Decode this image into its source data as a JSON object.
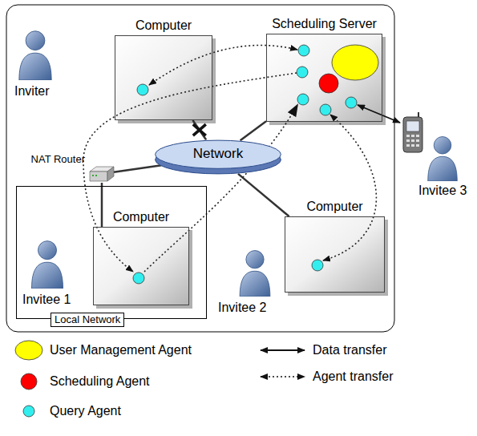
{
  "diagram": {
    "nodes": [
      {
        "text": [
          "Computer"
        ]
      },
      {
        "text": [
          "Scheduling Server"
        ]
      },
      {
        "text": [
          "Network"
        ]
      },
      {
        "text": [
          "NAT Router"
        ]
      },
      {
        "text": [
          "Local Network"
        ]
      },
      {
        "text": [
          "Computer"
        ],
        "in": 4
      },
      {
        "text": [
          "Computer"
        ]
      }
    ],
    "edges": [
      {
        "from": 0,
        "to": 2,
        "arrow": "none"
      },
      {
        "from": 1,
        "to": 2,
        "arrow": "none"
      },
      {
        "from": 3,
        "to": 2,
        "arrow": "none"
      },
      {
        "from": 3,
        "to": 5,
        "arrow": "none"
      },
      {
        "from": 6,
        "to": 2,
        "arrow": "none"
      }
    ],
    "labels": [
      "Inviter",
      "Invitee 1",
      "Invitee 2",
      "Invitee 3"
    ],
    "legend": [
      {
        "text": "User Management Agent",
        "color": "#ffff00"
      },
      {
        "text": "Scheduling Agent",
        "color": "#ff0000"
      },
      {
        "text": "Query Agent",
        "color": "#33eeee"
      },
      {
        "text": "Data transfer"
      },
      {
        "text": "Agent transfer"
      }
    ]
  }
}
